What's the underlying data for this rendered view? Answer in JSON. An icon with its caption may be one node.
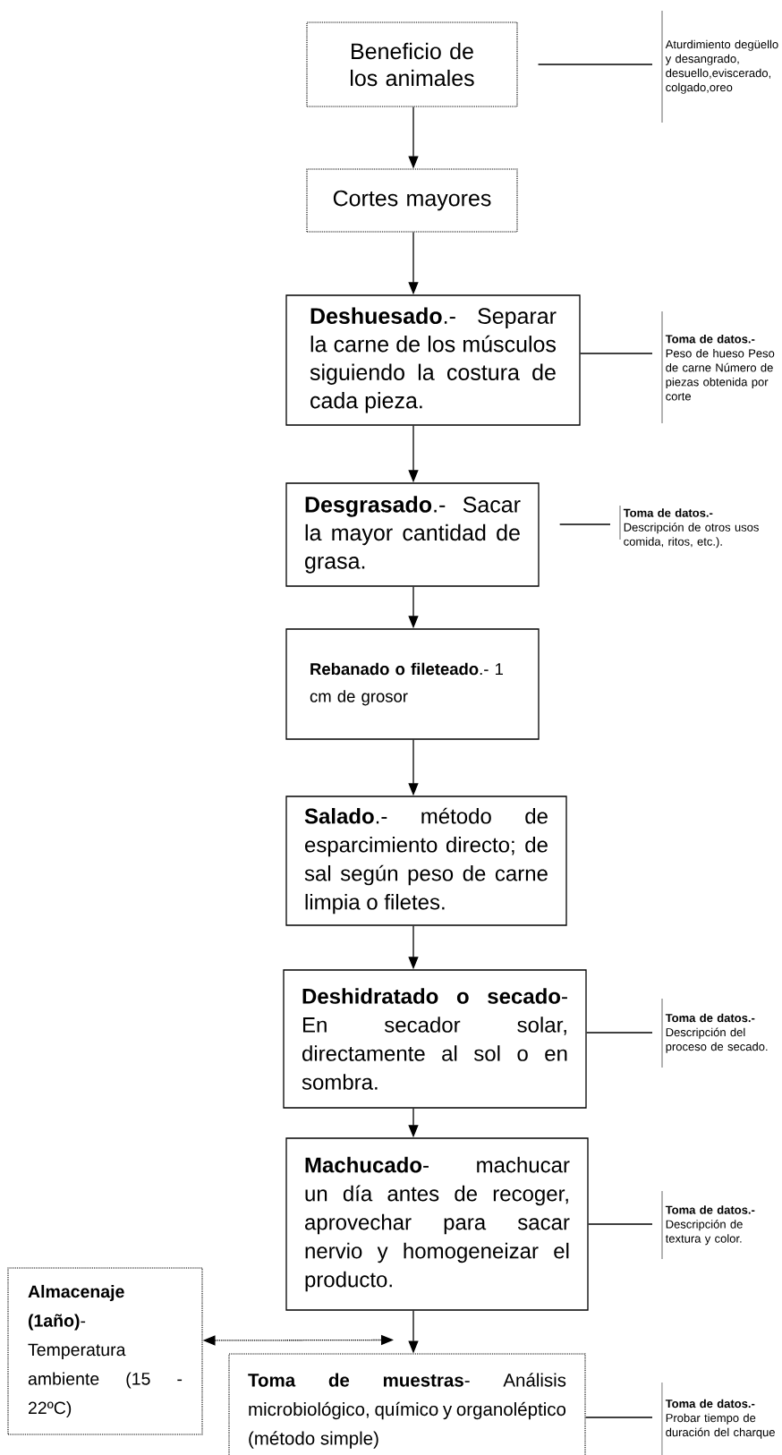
{
  "diagram": {
    "nodes": [
      {
        "text": [
          "Beneficio de los animales"
        ]
      },
      {
        "text": [
          "Cortes mayores"
        ]
      },
      {
        "text": [
          "**Deshuesado**.- Separar la carne de los músculos siguiendo la costura de cada pieza."
        ]
      },
      {
        "text": [
          "**Desgrasado**.- Sacar la mayor cantidad de grasa."
        ]
      },
      {
        "text": [
          "**Rebanado o fileteado**.- 1 cm de grosor"
        ]
      },
      {
        "text": [
          "**Salado**.- método de esparcimiento directo; de sal según peso de carne limpia o filetes."
        ]
      },
      {
        "text": [
          "**Deshidratado o secado**- En secador solar, directamente al sol o en sombra."
        ]
      },
      {
        "text": [
          "**Machucado**- machucar un día antes de recoger, aprovechar para sacar nervio y homogeneizar el producto."
        ]
      },
      {
        "text": [
          "**Almacenaje (1año)**- Temperatura ambiente (15 - 22ºC)"
        ]
      },
      {
        "text": [
          "**Toma de muestras**- Análisis microbiológico, químico y organoléptico (método simple)"
        ]
      },
      {
        "text": [
          "Aturdimiento degüello y desangrado, desuello,eviscerado, colgado,oreo"
        ]
      },
      {
        "text": [
          "Toma de datos.-",
          "Peso de hueso Peso de carne Número de piezas obtenida por corte"
        ]
      },
      {
        "text": [
          "Toma de datos.-",
          "Descripción de otros usos comida, ritos, etc.)."
        ]
      },
      {
        "text": [
          "Toma de datos.-",
          "Descripción del proceso de secado."
        ]
      },
      {
        "text": [
          "Toma de datos.-",
          "Descripción de textura y color."
        ]
      },
      {
        "text": [
          "Toma de datos.-",
          "Probar tiempo de duración del charque"
        ]
      }
    ],
    "edges": [
      {
        "from": 0,
        "to": 1,
        "arrow": "to"
      },
      {
        "from": 1,
        "to": 2,
        "arrow": "to"
      },
      {
        "from": 2,
        "to": 3,
        "arrow": "to"
      },
      {
        "from": 3,
        "to": 4,
        "arrow": "to"
      },
      {
        "from": 4,
        "to": 5,
        "arrow": "to"
      },
      {
        "from": 5,
        "to": 6,
        "arrow": "to"
      },
      {
        "from": 6,
        "to": 7,
        "arrow": "to"
      },
      {
        "from": 7,
        "to": 9,
        "arrow": "to"
      },
      {
        "from": 8,
        "to": 9,
        "arrow": "both",
        "style": "dashed"
      },
      {
        "from": 0,
        "to": 10,
        "arrow": "none"
      },
      {
        "from": 2,
        "to": 11,
        "arrow": "none"
      },
      {
        "from": 3,
        "to": 12,
        "arrow": "none"
      },
      {
        "from": 6,
        "to": 13,
        "arrow": "none"
      },
      {
        "from": 7,
        "to": 14,
        "arrow": "none"
      },
      {
        "from": 9,
        "to": 15,
        "arrow": "none"
      }
    ]
  }
}
